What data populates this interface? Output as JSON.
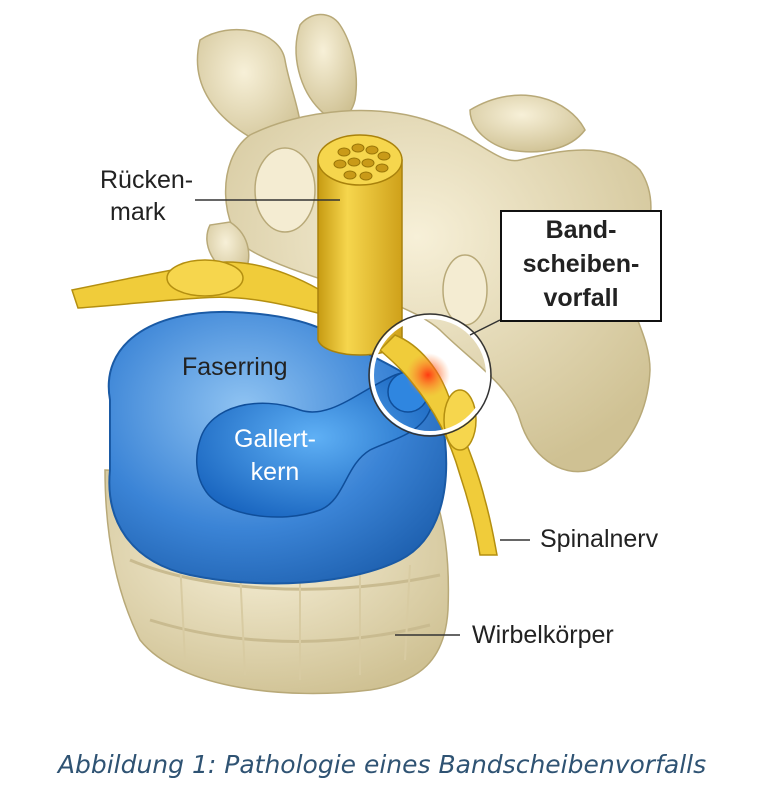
{
  "labels": {
    "spinal_cord_line1": "Rücken-",
    "spinal_cord_line2": "mark",
    "herniation_line1": "Band-",
    "herniation_line2": "scheiben-",
    "herniation_line3": "vorfall",
    "annulus": "Faserring",
    "nucleus_line1": "Gallert-",
    "nucleus_line2": "kern",
    "spinal_nerve": "Spinalnerv",
    "vertebral_body": "Wirbelkörper"
  },
  "caption": "Abbildung 1: Pathologie eines Bandscheibenvorfalls",
  "colors": {
    "bone": "#ede3c3",
    "bone_shadow": "#c9bb90",
    "disc_blue": "#3b84d6",
    "nucleus_blue": "#1f6fc5",
    "nerve_yellow": "#f0cc3a",
    "inflammation": "#e8512a",
    "caption": "#2f5373"
  }
}
